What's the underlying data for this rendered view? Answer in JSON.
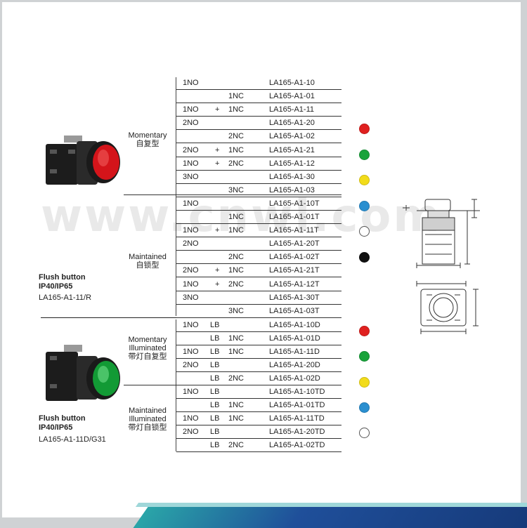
{
  "watermark": "www.cnwl.com",
  "products": [
    {
      "title_line1": "Flush button",
      "title_line2": "IP40/IP65",
      "code": "LA165-A1-11/R"
    },
    {
      "title_line1": "Flush button",
      "title_line2": "IP40/IP65",
      "code": "LA165-A1-11D/G31"
    }
  ],
  "groups": [
    {
      "en": "Momentary",
      "zh": "自复型"
    },
    {
      "en": "Maintained",
      "zh": "自锁型"
    },
    {
      "en1": "Momentary",
      "en2": "Illuminated",
      "zh": "带灯自复型"
    },
    {
      "en1": "Maintained",
      "en2": "Illuminated",
      "zh": "带灯自锁型"
    }
  ],
  "rows": [
    {
      "no": "1NO",
      "lb": "",
      "op": "",
      "nc": "",
      "model": "LA165-A1-10"
    },
    {
      "no": "",
      "lb": "",
      "op": "",
      "nc": "1NC",
      "model": "LA165-A1-01"
    },
    {
      "no": "1NO",
      "lb": "",
      "op": "+",
      "nc": "1NC",
      "model": "LA165-A1-11"
    },
    {
      "no": "2NO",
      "lb": "",
      "op": "",
      "nc": "",
      "model": "LA165-A1-20"
    },
    {
      "no": "",
      "lb": "",
      "op": "",
      "nc": "2NC",
      "model": "LA165-A1-02"
    },
    {
      "no": "2NO",
      "lb": "",
      "op": "+",
      "nc": "1NC",
      "model": "LA165-A1-21"
    },
    {
      "no": "1NO",
      "lb": "",
      "op": "+",
      "nc": "2NC",
      "model": "LA165-A1-12"
    },
    {
      "no": "3NO",
      "lb": "",
      "op": "",
      "nc": "",
      "model": "LA165-A1-30"
    },
    {
      "no": "",
      "lb": "",
      "op": "",
      "nc": "3NC",
      "model": "LA165-A1-03"
    },
    {
      "no": "1NO",
      "lb": "",
      "op": "",
      "nc": "",
      "model": "LA165-A1-10T"
    },
    {
      "no": "",
      "lb": "",
      "op": "",
      "nc": "1NC",
      "model": "LA165-A1-01T"
    },
    {
      "no": "1NO",
      "lb": "",
      "op": "+",
      "nc": "1NC",
      "model": "LA165-A1-11T"
    },
    {
      "no": "2NO",
      "lb": "",
      "op": "",
      "nc": "",
      "model": "LA165-A1-20T"
    },
    {
      "no": "",
      "lb": "",
      "op": "",
      "nc": "2NC",
      "model": "LA165-A1-02T"
    },
    {
      "no": "2NO",
      "lb": "",
      "op": "+",
      "nc": "1NC",
      "model": "LA165-A1-21T"
    },
    {
      "no": "1NO",
      "lb": "",
      "op": "+",
      "nc": "2NC",
      "model": "LA165-A1-12T"
    },
    {
      "no": "3NO",
      "lb": "",
      "op": "",
      "nc": "",
      "model": "LA165-A1-30T"
    },
    {
      "no": "",
      "lb": "",
      "op": "",
      "nc": "3NC",
      "model": "LA165-A1-03T"
    },
    {
      "no": "1NO",
      "lb": "LB",
      "op": "",
      "nc": "",
      "model": "LA165-A1-10D"
    },
    {
      "no": "",
      "lb": "LB",
      "op": "",
      "nc": "1NC",
      "model": "LA165-A1-01D"
    },
    {
      "no": "1NO",
      "lb": "LB",
      "op": "",
      "nc": "1NC",
      "model": "LA165-A1-11D"
    },
    {
      "no": "2NO",
      "lb": "LB",
      "op": "",
      "nc": "",
      "model": "LA165-A1-20D"
    },
    {
      "no": "",
      "lb": "LB",
      "op": "",
      "nc": "2NC",
      "model": "LA165-A1-02D"
    },
    {
      "no": "1NO",
      "lb": "LB",
      "op": "",
      "nc": "",
      "model": "LA165-A1-10TD"
    },
    {
      "no": "",
      "lb": "LB",
      "op": "",
      "nc": "1NC",
      "model": "LA165-A1-01TD"
    },
    {
      "no": "1NO",
      "lb": "LB",
      "op": "",
      "nc": "1NC",
      "model": "LA165-A1-11TD"
    },
    {
      "no": "2NO",
      "lb": "LB",
      "op": "",
      "nc": "",
      "model": "LA165-A1-20TD"
    },
    {
      "no": "",
      "lb": "LB",
      "op": "",
      "nc": "2NC",
      "model": "LA165-A1-02TD"
    }
  ],
  "colors_top": [
    "#e0201f",
    "#18a33a",
    "#f2dc1a",
    "#2a8fd0",
    "#ffffff",
    "#111111"
  ],
  "colors_bottom": [
    "#e0201f",
    "#18a33a",
    "#f2dc1a",
    "#2a8fd0",
    "#ffffff"
  ]
}
